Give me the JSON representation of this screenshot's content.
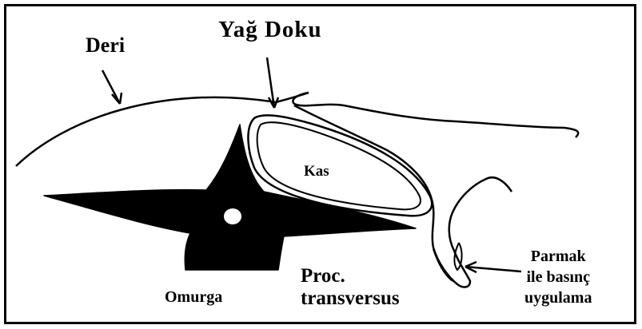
{
  "labels": {
    "skin": "Deri",
    "fat_tissue": "Yağ Doku",
    "muscle": "Kas",
    "spine": "Omurga",
    "transverse_process_line1": "Proc.",
    "transverse_process_line2": "transversus",
    "finger_pressure_line1": "Parmak",
    "finger_pressure_line2": "ile basınç",
    "finger_pressure_line3": "uygulama"
  },
  "colors": {
    "ink": "#000000",
    "background": "#ffffff"
  }
}
